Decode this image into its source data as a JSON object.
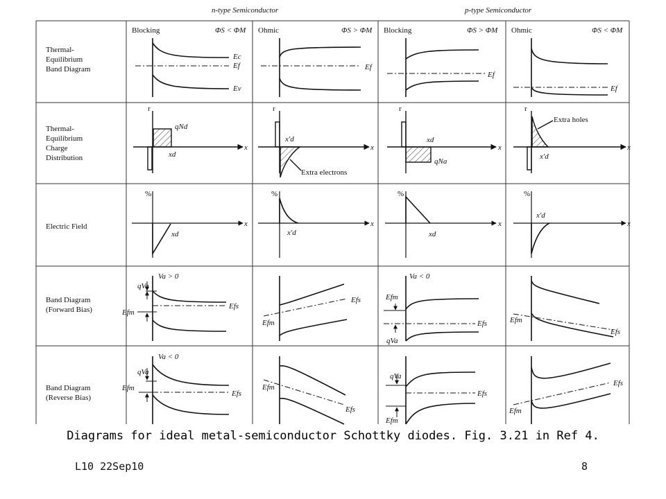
{
  "headers": {
    "n_type": "n-type Semiconductor",
    "p_type": "p-type Semiconductor"
  },
  "columns": [
    {
      "label": "Blocking",
      "condition": "ΦS < ΦM"
    },
    {
      "label": "Ohmic",
      "condition": "ΦS > ΦM"
    },
    {
      "label": "Blocking",
      "condition": "ΦS > ΦM"
    },
    {
      "label": "Ohmic",
      "condition": "ΦS < ΦM"
    }
  ],
  "rows": [
    {
      "l1": "Thermal-",
      "l2": "Equilibrium",
      "l3": "Band Diagram"
    },
    {
      "l1": "Thermal-",
      "l2": "Equilibrium",
      "l3": "Charge",
      "l4": "Distribution"
    },
    {
      "l1": "Electric Field"
    },
    {
      "l1": "Band Diagram",
      "l2": "(Forward Bias)"
    },
    {
      "l1": "Band Diagram",
      "l2": "(Reverse Bias)"
    }
  ],
  "labels": {
    "Ec": "Ec",
    "Ef": "Ef",
    "Ev": "Ev",
    "rho": "r",
    "field": "%",
    "x": "x",
    "qNd": "qNd",
    "qNa": "qNa",
    "xd": "xd",
    "xdp": "x′d",
    "extra_electrons": "Extra electrons",
    "extra_holes": "Extra holes",
    "va_pos": "Va > 0",
    "va_neg": "Va < 0",
    "qVa": "qVa",
    "Efm": "Efm",
    "Efs": "Efs"
  },
  "caption": "Diagrams for ideal metal-semiconductor Schottky diodes. Fig. 3.21 in Ref 4.",
  "footer": {
    "left": "L10 22Sep10",
    "right": "8"
  }
}
